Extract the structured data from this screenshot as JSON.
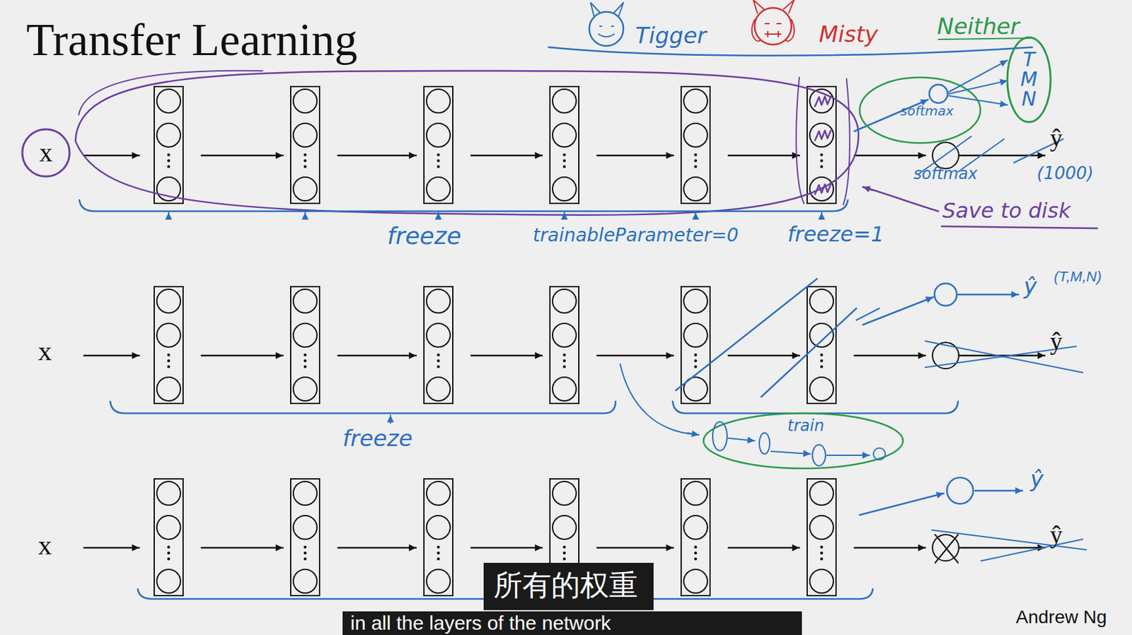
{
  "diagram": {
    "title": "Transfer Learning",
    "nodes": [
      {
        "text": [
          "x"
        ]
      },
      {
        "text": [
          "T",
          "M",
          "N"
        ]
      }
    ],
    "labels": [
      "Tigger",
      "Misty",
      "Neither",
      "softmax",
      "softmax",
      "(1000)",
      "ŷ",
      "Save to disk",
      "freeze",
      "trainableParameter=0",
      "freeze=1",
      "ŷ",
      "(T,M,N)",
      "ŷ",
      "x",
      "freeze",
      "train",
      "ŷ",
      "ŷ",
      "x",
      "Andrew Ng",
      "所有的权重",
      "in all the layers of the network"
    ]
  }
}
